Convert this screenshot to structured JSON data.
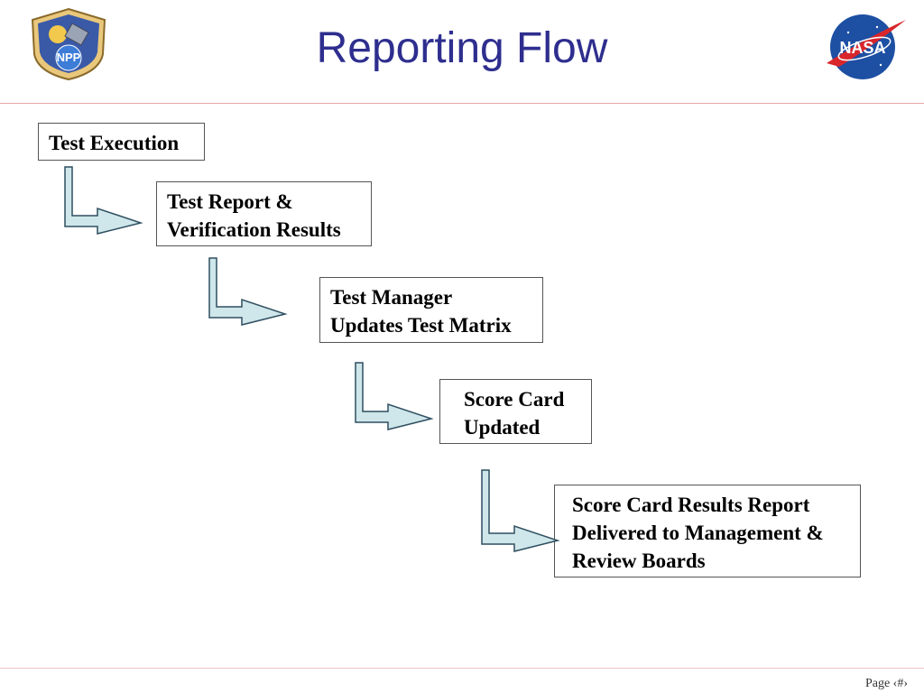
{
  "title": "Reporting Flow",
  "logos": {
    "left": "NPP",
    "right": "NASA"
  },
  "steps": [
    {
      "lines": [
        "Test Execution"
      ]
    },
    {
      "lines": [
        "Test Report &",
        "Verification Results"
      ]
    },
    {
      "lines": [
        "Test Manager",
        "Updates Test Matrix"
      ]
    },
    {
      "lines": [
        "Score Card",
        "Updated"
      ]
    },
    {
      "lines": [
        "Score Card Results Report",
        "Delivered to Management &",
        "Review Boards"
      ]
    }
  ],
  "footer": "Page ‹#›",
  "colors": {
    "title": "#2e2e8f",
    "arrow_fill": "#cfe7ea",
    "arrow_stroke": "#2f4f60",
    "rule": "#e6a7a7"
  }
}
